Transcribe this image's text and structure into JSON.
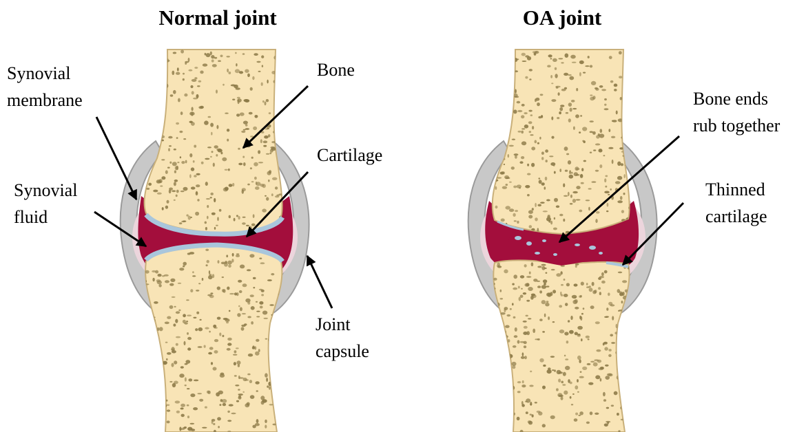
{
  "figure": {
    "panels": [
      {
        "id": "normal",
        "title": "Normal joint",
        "labels": {
          "synovial_membrane": [
            "Synovial",
            "membrane"
          ],
          "synovial_fluid": [
            "Synovial",
            "fluid"
          ],
          "bone": [
            "Bone"
          ],
          "cartilage": [
            "Cartilage"
          ],
          "joint_capsule": [
            "Joint",
            "capsule"
          ]
        }
      },
      {
        "id": "oa",
        "title": "OA joint",
        "labels": {
          "bone_ends": [
            "Bone ends",
            "rub together"
          ],
          "thinned_cartilage": [
            "Thinned",
            "cartilage"
          ]
        }
      }
    ]
  },
  "colors": {
    "bone": "#f8e4b6",
    "bone_outline": "#c9b07a",
    "pore": "#8c7a48",
    "cartilage": "#a9c6dc",
    "synovial_fluid": "#a30e3c",
    "synovial_fluid_light": "#c45a6a",
    "synovial_space": "#ecd5dc",
    "capsule": "#c8c8c8",
    "capsule_dark": "#9a9a9a",
    "arrow": "#000000"
  }
}
